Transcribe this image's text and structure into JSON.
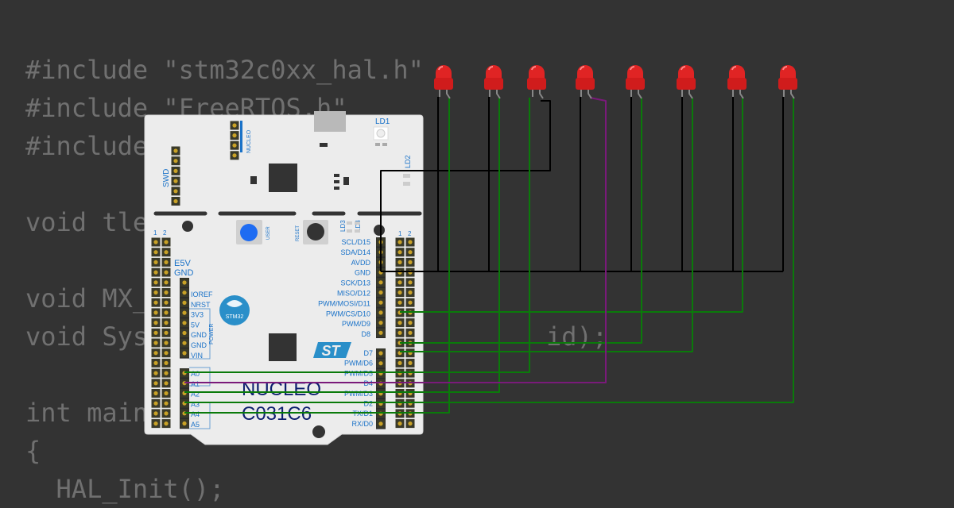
{
  "code_lines": [
    "#include \"stm32c0xx_hal.h\"",
    "#include \"FreeRTOS.h\"",
    "#include",
    "",
    "void tle",
    "",
    "void MX_",
    "void Sys                          id);",
    "",
    "int main",
    "{",
    "  HAL_Init();"
  ],
  "board": {
    "name_line1": "NUCLEO",
    "name_line2": "C031C6",
    "swd_label": "SWD",
    "nucleo_small": "NUCLEO",
    "ld1": "LD1",
    "ld2": "LD2",
    "ld3": "LD3",
    "ld4": "LD4",
    "user_label": "USER",
    "reset_label": "RESET",
    "power_label": "POWER",
    "e5v": "E5V",
    "gnd": "GND",
    "stm32_logo": "STM32",
    "st_logo": "ST",
    "cn_left_pins": [
      "1",
      "2"
    ],
    "cn_right_pins": [
      "1",
      "2"
    ],
    "power_pins": [
      "IOREF",
      "NRST",
      "3V3",
      "5V",
      "GND",
      "GND",
      "VIN"
    ],
    "analog_pins": [
      "A0",
      "A1",
      "A2",
      "A3",
      "A4",
      "A5"
    ],
    "digital_pins_top": [
      "SCL/D15",
      "SDA/D14",
      "AVDD",
      "GND",
      "SCK/D13",
      "MISO/D12",
      "PWM/MOSI/D11",
      "PWM/CS/D10",
      "PWM/D9",
      "D8"
    ],
    "digital_pins_bottom": [
      "D7",
      "PWM/D6",
      "PWM/D5",
      "D4",
      "PWM/D3",
      "D2",
      "TX/D1",
      "RX/D0"
    ]
  },
  "leds": {
    "count": 8,
    "color": "#e02424"
  },
  "wires": {
    "ground_color": "#000000",
    "signal_color": "#0a7a0a",
    "special_color": "#7a1a7a"
  }
}
